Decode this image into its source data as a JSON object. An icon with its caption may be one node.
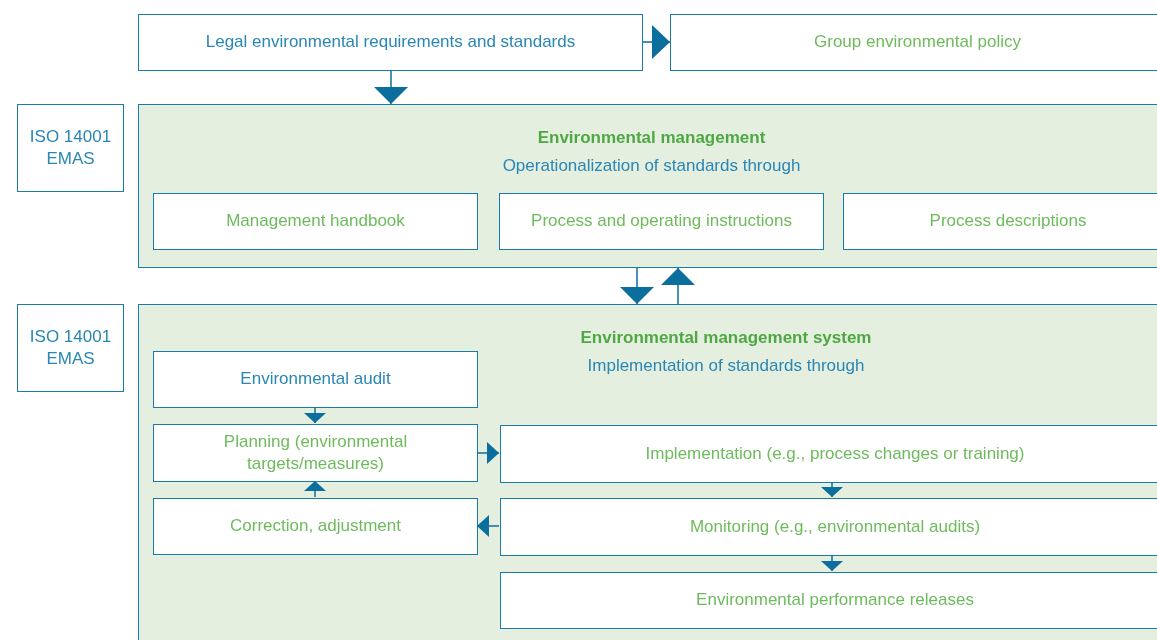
{
  "diagram": {
    "nodes": [
      {
        "text": [
          "Legal environmental requirements and standards"
        ]
      },
      {
        "text": [
          "Group environmental policy"
        ]
      },
      {
        "text": [
          "ISO 14001 EMAS"
        ]
      },
      {
        "text": [
          "Environmental management",
          "Operationalization of standards through"
        ]
      },
      {
        "text": [
          "Management handbook"
        ],
        "in": 3
      },
      {
        "text": [
          "Process and operating instructions"
        ],
        "in": 3
      },
      {
        "text": [
          "Process descriptions"
        ],
        "in": 3
      },
      {
        "text": [
          "ISO 14001 EMAS"
        ]
      },
      {
        "text": [
          "Environmental management system",
          "Implementation of standards through"
        ]
      },
      {
        "text": [
          "Environmental audit"
        ],
        "in": 8
      },
      {
        "text": [
          "Planning (environmental targets/measures)"
        ],
        "in": 8
      },
      {
        "text": [
          "Correction, adjustment"
        ],
        "in": 8
      },
      {
        "text": [
          "Implementation (e.g., process changes or training)"
        ],
        "in": 8
      },
      {
        "text": [
          "Monitoring (e.g., environmental audits)"
        ],
        "in": 8
      },
      {
        "text": [
          "Environmental performance releases"
        ],
        "in": 8
      }
    ],
    "edges": [
      {
        "from": 0,
        "to": 1,
        "arrow": "to"
      },
      {
        "from": 0,
        "to": 3,
        "arrow": "to"
      },
      {
        "from": 3,
        "to": 8,
        "arrow": "to"
      },
      {
        "from": 8,
        "to": 3,
        "arrow": "to"
      },
      {
        "from": 9,
        "to": 10,
        "arrow": "to"
      },
      {
        "from": 10,
        "to": 12,
        "arrow": "to"
      },
      {
        "from": 12,
        "to": 13,
        "arrow": "to"
      },
      {
        "from": 13,
        "to": 11,
        "arrow": "to"
      },
      {
        "from": 11,
        "to": 10,
        "arrow": "to"
      },
      {
        "from": 13,
        "to": 14,
        "arrow": "to"
      }
    ]
  }
}
